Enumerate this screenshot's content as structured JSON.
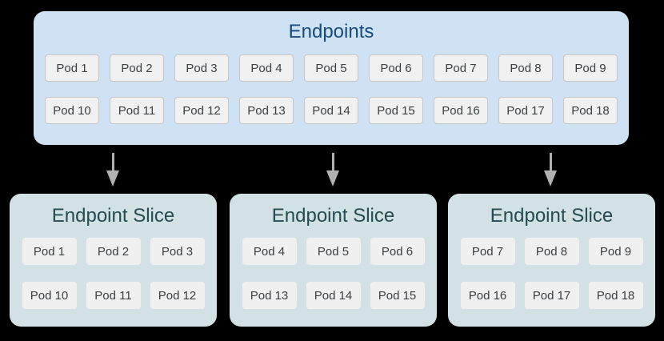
{
  "colors": {
    "page_background": "#000000",
    "endpoints_box_bg": "#cfe2f3",
    "endpoints_title_text": "#174b7c",
    "slice_box_bg": "#d2e1e3",
    "slice_title_text": "#254b50",
    "pod_bg": "#f1f1f1",
    "pod_border": "#c6c6c6",
    "pod_text": "#3c4043",
    "arrow": "#b1b1b1"
  },
  "endpoints": {
    "title": "Endpoints",
    "pods": [
      "Pod 1",
      "Pod 2",
      "Pod 3",
      "Pod 4",
      "Pod 5",
      "Pod 6",
      "Pod 7",
      "Pod 8",
      "Pod 9",
      "Pod 10",
      "Pod 11",
      "Pod 12",
      "Pod 13",
      "Pod 14",
      "Pod 15",
      "Pod 16",
      "Pod 17",
      "Pod 18"
    ]
  },
  "arrows": {
    "count": 3,
    "direction": "down"
  },
  "slices": [
    {
      "title": "Endpoint Slice",
      "pods": [
        "Pod 1",
        "Pod 2",
        "Pod 3",
        "Pod 10",
        "Pod 11",
        "Pod 12"
      ]
    },
    {
      "title": "Endpoint Slice",
      "pods": [
        "Pod 4",
        "Pod 5",
        "Pod 6",
        "Pod 13",
        "Pod 14",
        "Pod 15"
      ]
    },
    {
      "title": "Endpoint Slice",
      "pods": [
        "Pod 7",
        "Pod 8",
        "Pod 9",
        "Pod 16",
        "Pod 17",
        "Pod 18"
      ]
    }
  ]
}
